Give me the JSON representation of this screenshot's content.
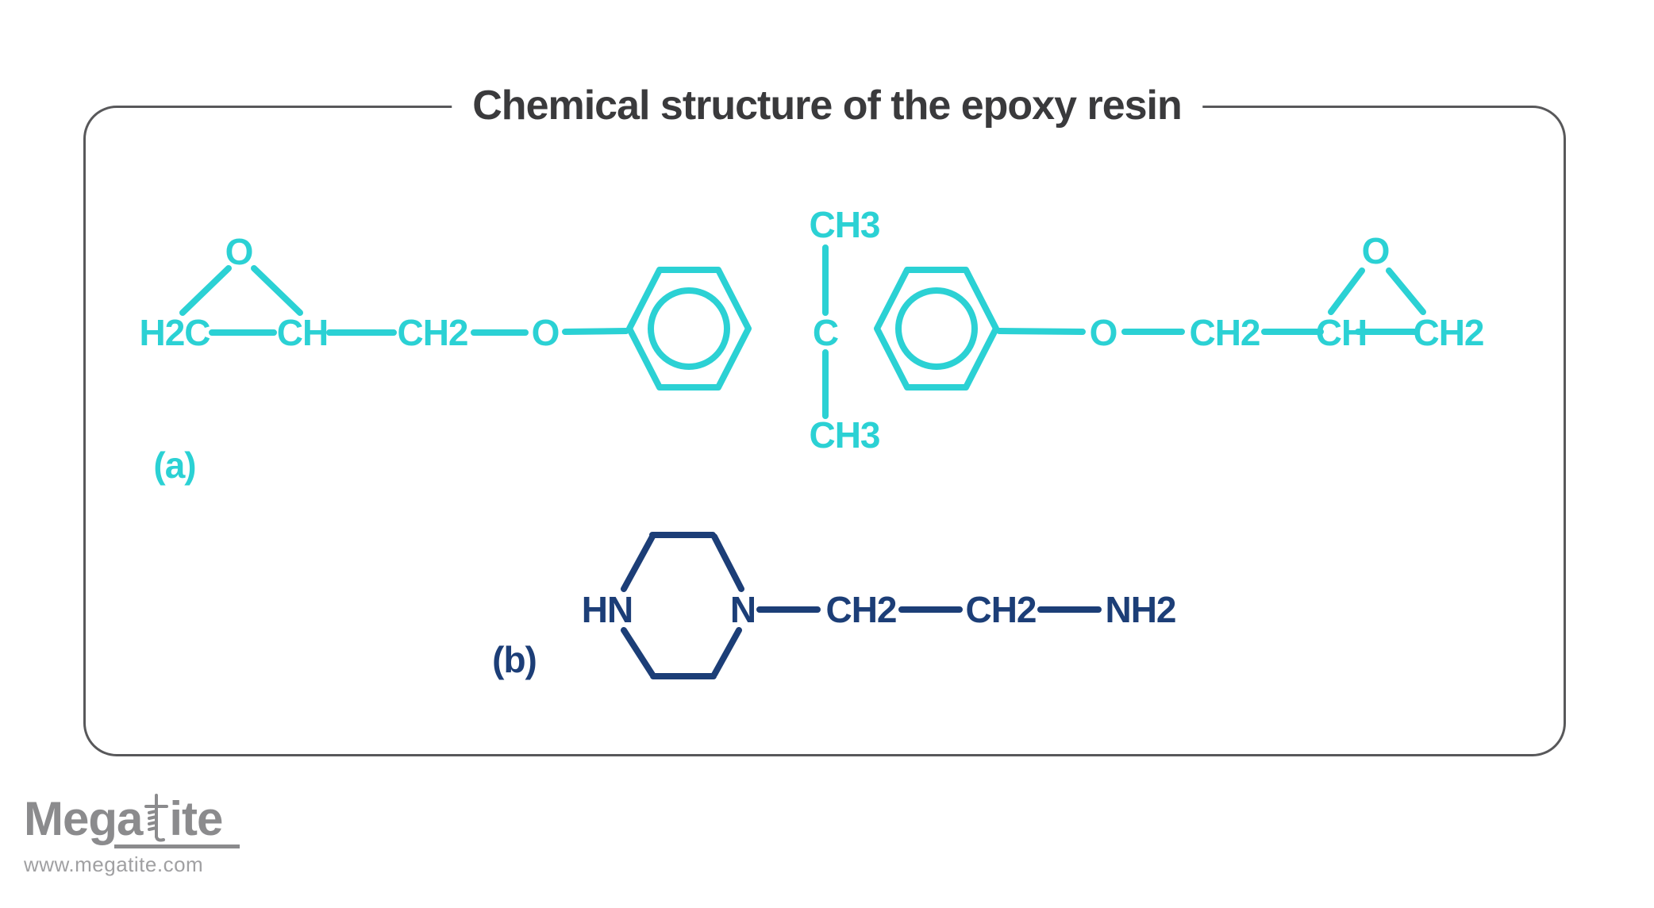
{
  "title": "Chemical structure of the epoxy resin",
  "colors": {
    "epoxy": "#2bd1d4",
    "amine": "#1c3e77",
    "title": "#3a3a3c",
    "border": "#58585a",
    "logo": "#8b8b8d",
    "logo_light": "#a0a0a2"
  },
  "structure_a": {
    "label": "(a)",
    "atoms": {
      "h2c": "H2C",
      "epoxide_o_left": "O",
      "ch_left": "CH",
      "ch2_left": "CH2",
      "ether_o_left": "O",
      "quaternary_c": "C",
      "ch3_top": "CH3",
      "ch3_bottom": "CH3",
      "ether_o_right": "O",
      "ch2_right": "CH2",
      "ch_right": "CH",
      "epoxide_o_right": "O",
      "ch2_end": "CH2"
    }
  },
  "structure_b": {
    "label": "(b)",
    "atoms": {
      "hn": "HN",
      "n": "N",
      "ch2_a": "CH2",
      "ch2_b": "CH2",
      "nh2": "NH2"
    }
  },
  "logo": {
    "name_prefix": "Mega",
    "name_suffix": "ite",
    "website": "www.megatite.com"
  }
}
